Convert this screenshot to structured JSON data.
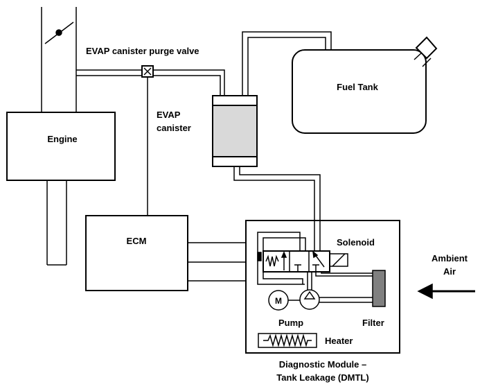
{
  "labels": {
    "purge_valve": "EVAP canister purge valve",
    "canister_line1": "EVAP",
    "canister_line2": "canister",
    "engine": "Engine",
    "fuel_tank": "Fuel Tank",
    "ecm": "ECM",
    "solenoid": "Solenoid",
    "pump_symbol": "M",
    "pump": "Pump",
    "filter": "Filter",
    "heater": "Heater",
    "ambient_line1": "Ambient",
    "ambient_line2": "Air",
    "module_line1": "Diagnostic Module –",
    "module_line2": "Tank Leakage (DMTL)"
  },
  "colors": {
    "stroke": "#000000",
    "canister_fill": "#d9d9d9",
    "filter_fill": "#808080",
    "background": "#ffffff"
  }
}
